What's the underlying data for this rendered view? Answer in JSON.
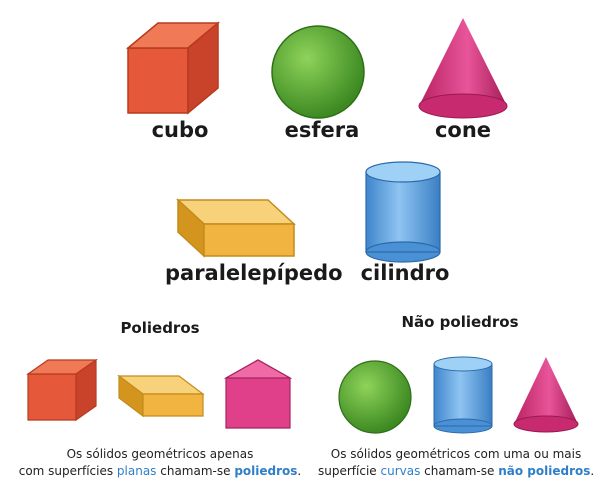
{
  "top_shapes": {
    "cubo": "cubo",
    "esfera": "esfera",
    "cone": "cone",
    "paralelepipedo": "paralelepípedo",
    "cilindro": "cilindro"
  },
  "sections": {
    "poliedros": "Poliedros",
    "nao_poliedros": "Não poliedros"
  },
  "captions": {
    "left_line1": "Os sólidos geométricos apenas",
    "left_line2_pre": "com superfícies ",
    "left_line2_highlight": "planas",
    "left_line2_mid": " chamam-se ",
    "left_line2_bold": "poliedros",
    "left_line2_end": ".",
    "right_line1": "Os sólidos geométricos com uma ou mais",
    "right_line2_pre": "superfície ",
    "right_line2_highlight": "curvas",
    "right_line2_mid": " chamam-se ",
    "right_line2_bold": "não poliedros",
    "right_line2_end": "."
  },
  "colors": {
    "cube": "#e5583a",
    "sphere": "#4fa82f",
    "cone": "#d6337a",
    "box": "#f2b440",
    "cylinder": "#4a9be0",
    "prism": "#e0408a",
    "highlight": "#2f7fc8"
  }
}
